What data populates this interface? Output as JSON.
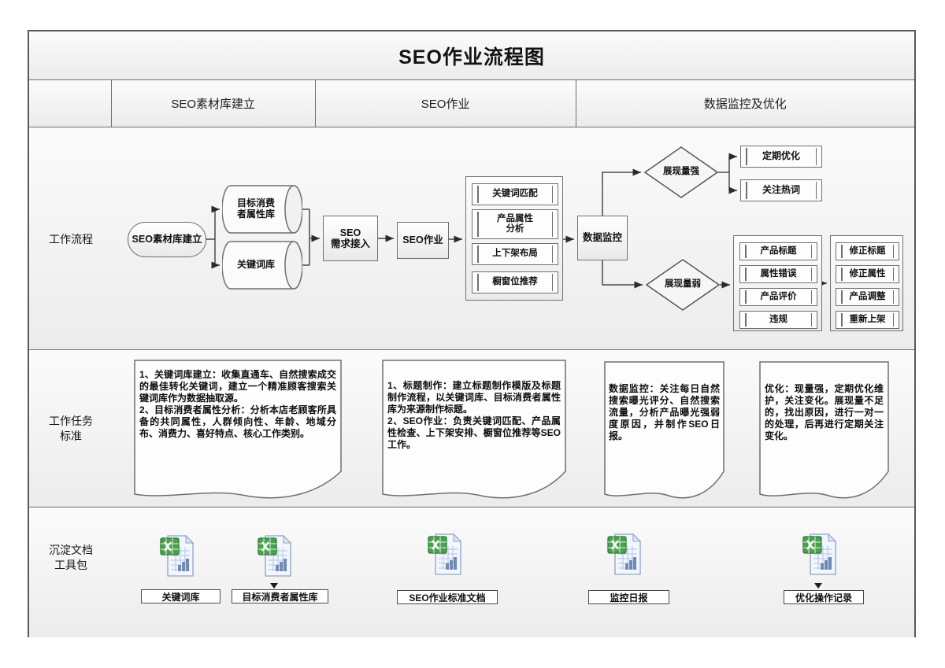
{
  "title": "SEO作业流程图",
  "header": {
    "col1": "SEO素材库建立",
    "col2": "SEO作业",
    "col3": "数据监控及优化"
  },
  "row_labels": {
    "flow": "工作流程",
    "task": "工作任务\n标准",
    "docs": "沉淀文档\n工具包"
  },
  "flow": {
    "start": "SEO素材库建立",
    "db_top": "目标消费\n者属性库",
    "db_bottom": "关键词库",
    "intake": "SEO\n需求接入",
    "work": "SEO作业",
    "work_items": [
      "关键词匹配",
      "产品属性\n分析",
      "上下架布局",
      "橱窗位推荐"
    ],
    "monitor": "数据监控",
    "branch_strong": "展现量强",
    "branch_weak": "展现量弱",
    "strong_actions": [
      "定期优化",
      "关注热词"
    ],
    "weak_causes": [
      "产品标题",
      "属性错误",
      "产品评价",
      "违规"
    ],
    "weak_fixes": [
      "修正标题",
      "修正属性",
      "产品调整",
      "重新上架"
    ]
  },
  "tasks": [
    {
      "text": "1、关键词库建立：收集直通车、自然搜索成交的最佳转化关键词，建立一个精准顾客搜索关键词库作为数据抽取源。\n2、目标消费者属性分析：分析本店老顾客所具备的共同属性，人群倾向性、年龄、地域分布、消费力、喜好特点、核心工作类别。"
    },
    {
      "text": "1、标题制作：建立标题制作模版及标题制作流程，以关键词库、目标消费者属性库为来源制作标题。\n2、SEO作业：负责关键词匹配、产品属性检查、上下架安排、橱窗位推荐等SEO工作。"
    },
    {
      "text": "数据监控：关注每日自然搜索曝光评分、自然搜索流量，分析产品曝光强弱度原因，并制作SEO日报。"
    },
    {
      "text": "优化：现量强，定期优化维护，关注变化。展现量不足的，找出原因，进行一对一的处理，后再进行定期关注变化。"
    }
  ],
  "deliverables": [
    {
      "label": "关键词库"
    },
    {
      "label": "目标消费者属性库"
    },
    {
      "label": "SEO作业标准文档"
    },
    {
      "label": "监控日报"
    },
    {
      "label": "优化操作记录"
    }
  ]
}
